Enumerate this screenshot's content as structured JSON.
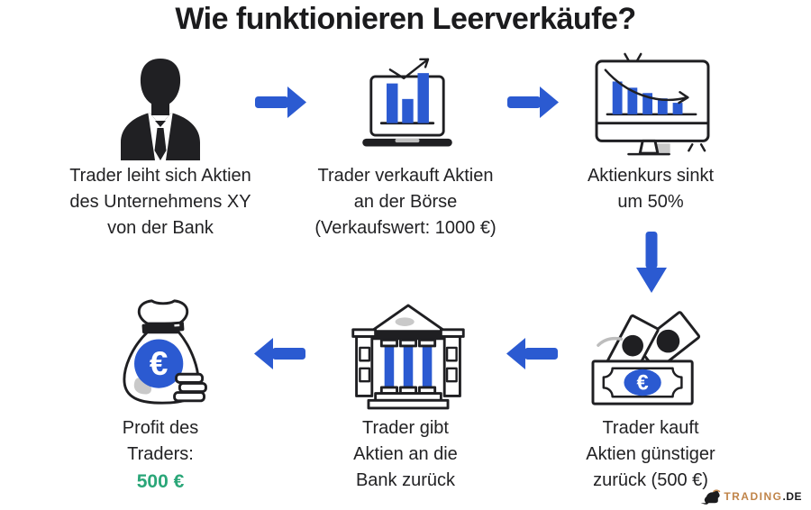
{
  "title": "Wie funktionieren Leerverkäufe?",
  "euro_symbol": "€",
  "steps": [
    {
      "name": "borrow-shares",
      "icon": "businessman-icon",
      "lines": [
        "Trader leiht sich Aktien",
        "des Unternehmens XY",
        "von der Bank"
      ]
    },
    {
      "name": "sell-shares",
      "icon": "laptop-chart-icon",
      "lines": [
        "Trader verkauft Aktien",
        "an der Börse",
        "(Verkaufswert: 1000 €)"
      ]
    },
    {
      "name": "price-drops",
      "icon": "monitor-decline-icon",
      "lines": [
        "Aktienkurs sinkt",
        "um 50%"
      ]
    },
    {
      "name": "buy-back",
      "icon": "banknotes-icon",
      "lines": [
        "Trader kauft",
        "Aktien günstiger",
        "zurück (500 €)"
      ]
    },
    {
      "name": "return-shares",
      "icon": "bank-icon",
      "lines": [
        "Trader gibt",
        "Aktien an die",
        "Bank zurück"
      ]
    },
    {
      "name": "profit",
      "icon": "money-bag-icon",
      "lines": [
        "Profit des",
        "Traders:"
      ],
      "highlight": "500 €"
    }
  ],
  "colors": {
    "accent_blue": "#2b5ad1",
    "profit_green": "#2aa678",
    "ink": "#1e1e20",
    "soft_gray": "#c9c9c9",
    "logo_orange": "#c08449"
  },
  "logo": {
    "brand": "TRADING",
    "tld": ".DE",
    "icon": "bull-icon"
  }
}
